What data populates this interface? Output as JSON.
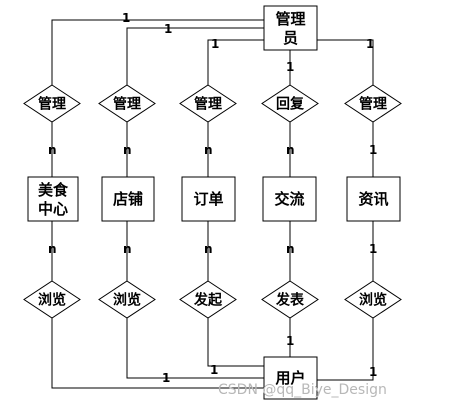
{
  "entities": {
    "admin": [
      "管理",
      "员"
    ],
    "food_center": [
      "美食",
      "中心"
    ],
    "shop": "店铺",
    "order": "订单",
    "exchange": "交流",
    "news": "资讯",
    "user": "用户"
  },
  "relations": {
    "manage1": "管理",
    "manage2": "管理",
    "manage3": "管理",
    "reply": "回复",
    "manage5": "管理",
    "browse1": "浏览",
    "browse2": "浏览",
    "initiate": "发起",
    "publish": "发表",
    "browse5": "浏览"
  },
  "cardinality": {
    "one": "1",
    "many": "n"
  },
  "watermark": "CSDN @qq_Biye_Design"
}
